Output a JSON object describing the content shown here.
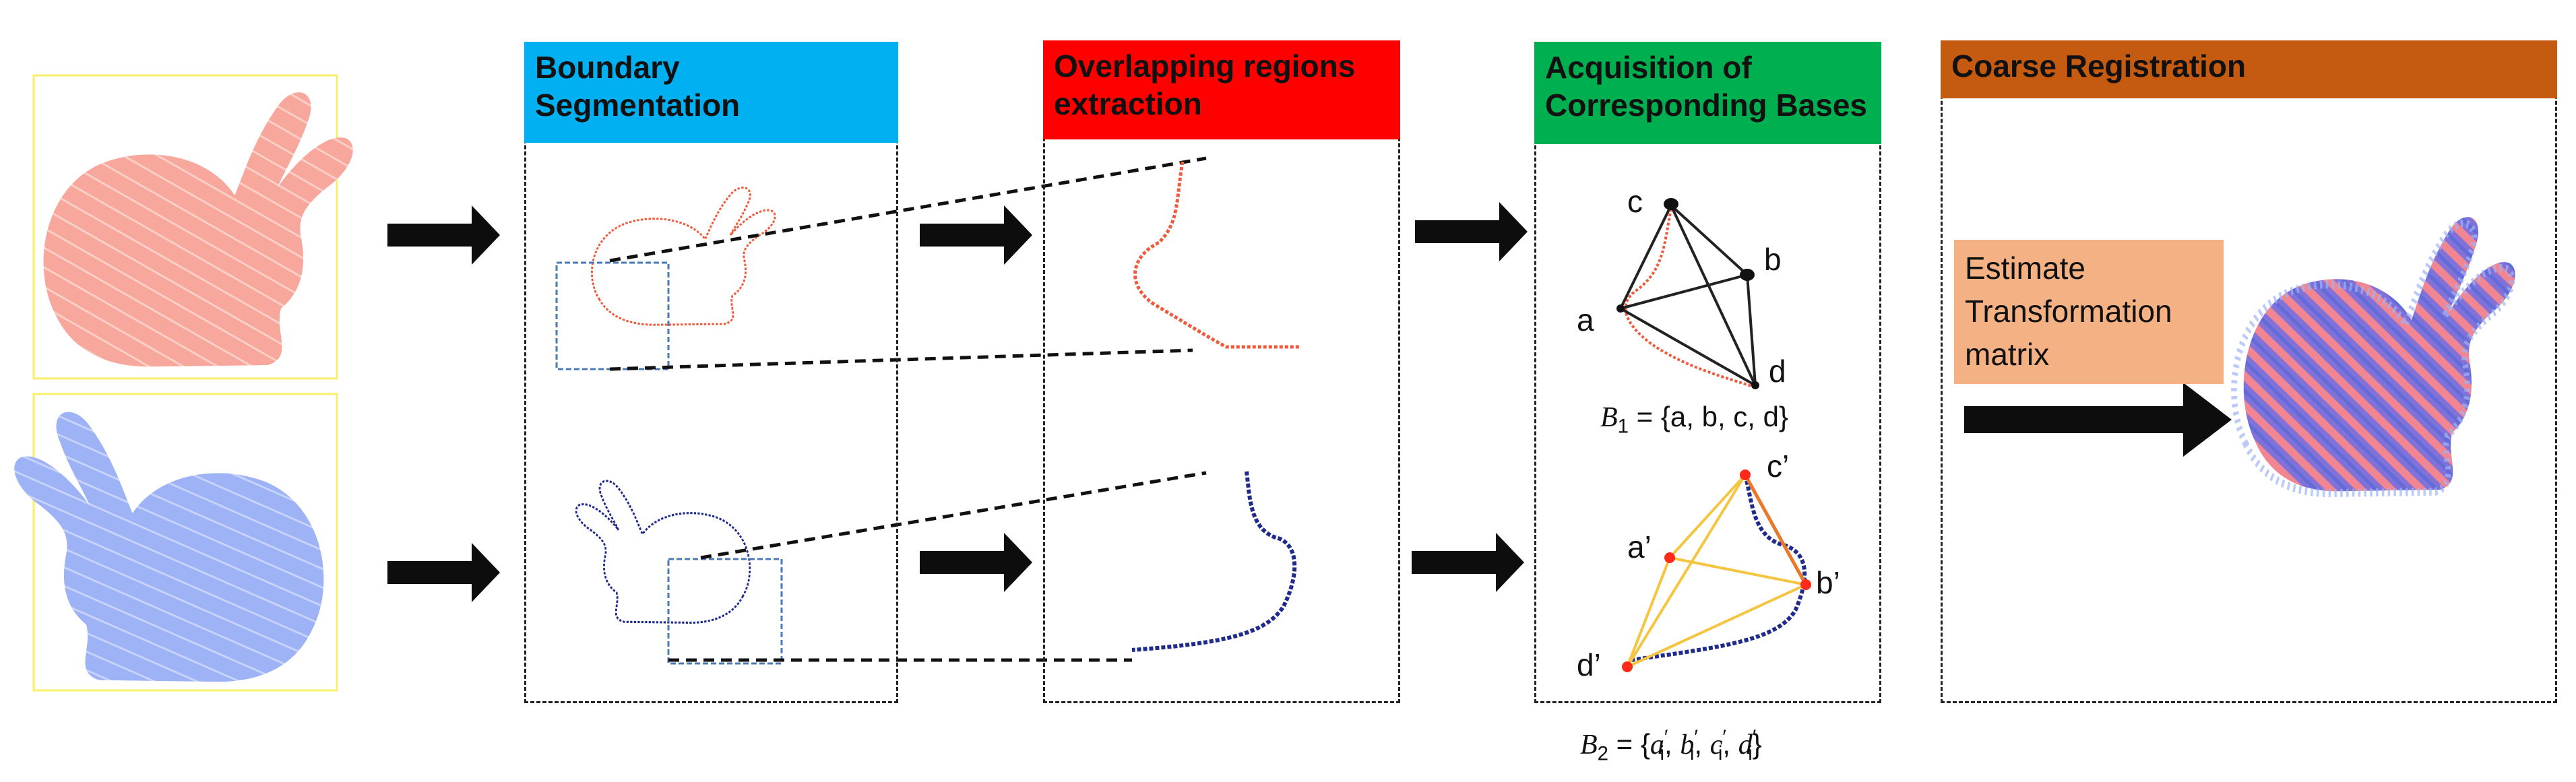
{
  "panels": {
    "boundary": {
      "title": "Boundary Segmentation",
      "color": "#00b0f0"
    },
    "overlap": {
      "title": "Overlapping regions extraction",
      "color": "#ff0000"
    },
    "bases": {
      "title": "Acquisition of Corresponding Bases",
      "color": "#00b050"
    },
    "coarse": {
      "title": "Coarse Registration",
      "color": "#c55a11"
    }
  },
  "estimate_box": {
    "text": "Estimate Transformation matrix",
    "color": "#f4b183"
  },
  "base1": {
    "labels": {
      "a": "a",
      "b": "b",
      "c": "c",
      "d": "d"
    },
    "formula_lhs": "B",
    "formula_sub": "1",
    "formula_rhs": " = {a, b, c, d}"
  },
  "base2": {
    "labels": {
      "a": "a’",
      "b": "b’",
      "c": "c’",
      "d": "d’"
    },
    "formula_lhs": "B",
    "formula_sub": "2",
    "formula_eq": " = {",
    "elements": [
      "a",
      "b",
      "c",
      "d"
    ],
    "prime": "′",
    "index": "i",
    "formula_close": "}"
  },
  "colors": {
    "source_bunny": "#f7a79b",
    "target_bunny": "#9eb3f5",
    "source_boundary": "#f05a3c",
    "target_boundary": "#1e2a8c",
    "arrow": "#0d0d0d",
    "yellow_lines": "#f5c542",
    "orange_line": "#e9782a",
    "crop_box": "#4a7ab5"
  }
}
